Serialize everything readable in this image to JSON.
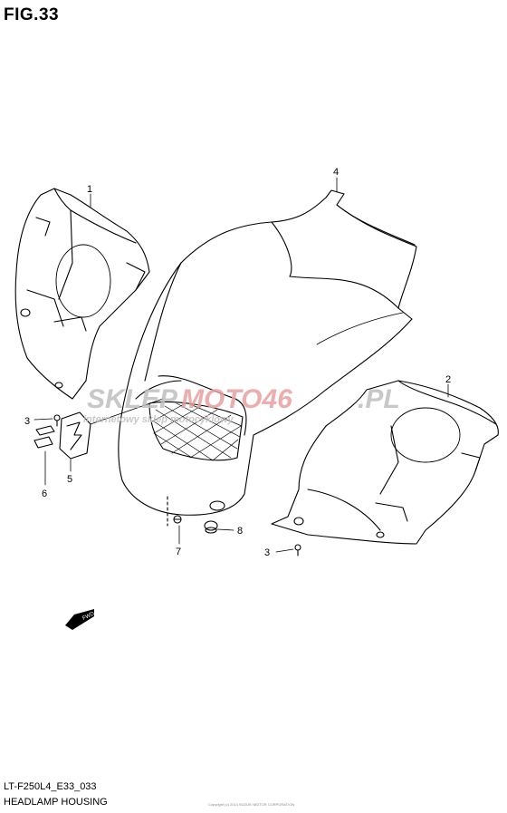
{
  "figure": {
    "title": "FIG.33",
    "model_code": "LT-F250L4_E33_033",
    "name": "HEADLAMP HOUSING",
    "copyright": "Copyright (c) 2014 SUZUKI MOTOR CORPORATION"
  },
  "callouts": [
    "1",
    "2",
    "3",
    "3",
    "4",
    "5",
    "6",
    "7",
    "8"
  ],
  "watermark": {
    "brand_a": "SKLEP",
    "brand_b": "MOTO46",
    "brand_c": ".PL",
    "tagline": "internetowy sklep motocyklowy",
    "color_grey": "#bfbfbf",
    "color_red": "#e8a0a0"
  },
  "fwd_label": "FWD",
  "icons": [
    "fwd-arrow-icon"
  ]
}
